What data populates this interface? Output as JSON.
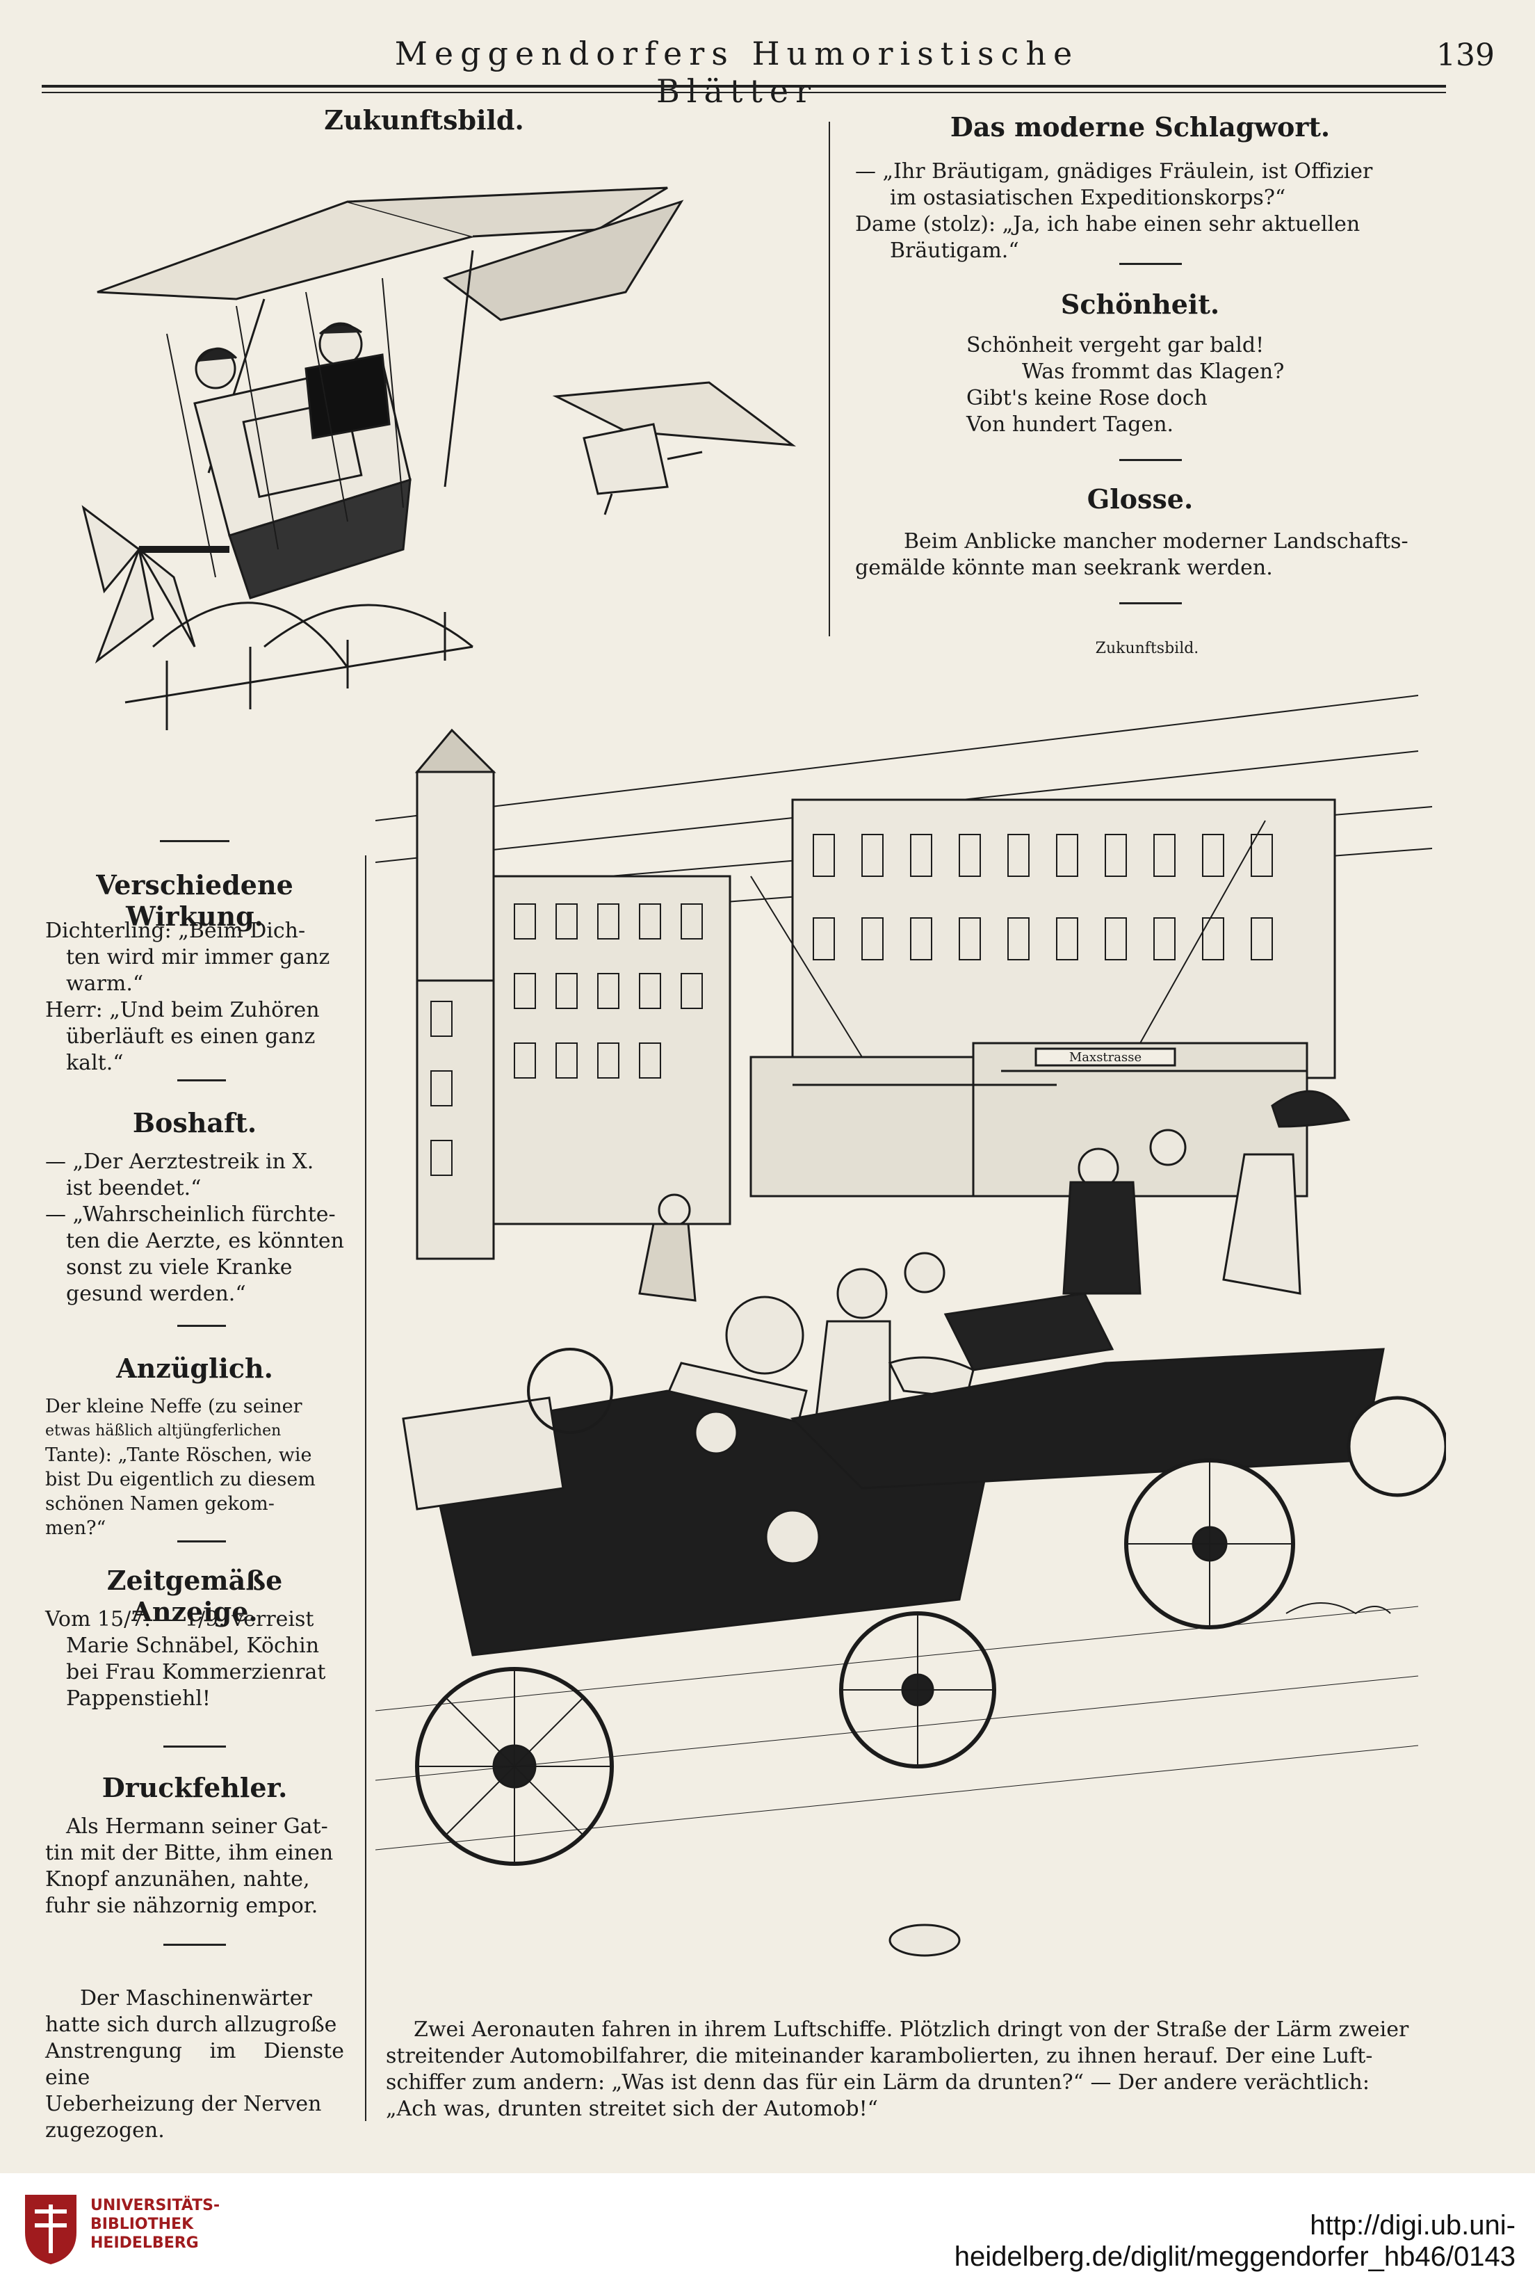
{
  "header": {
    "title": "Meggendorfers Humoristische Blätter",
    "page_number": "139"
  },
  "left_column": {
    "zukunftsbild_top": {
      "heading": "Zukunftsbild."
    },
    "verschiedene_wirkung": {
      "heading": "Verschiedene Wirkung.",
      "lines": [
        "Dichterling: „Beim Dich-",
        "ten wird mir immer ganz",
        "warm.“",
        "Herr: „Und beim Zuhören",
        "überläuft es einen ganz",
        "kalt.“"
      ]
    },
    "boshaft": {
      "heading": "Boshaft.",
      "lines": [
        "— „Der Aerztestreik in X.",
        "ist beendet.“",
        "— „Wahrscheinlich fürchte-",
        "ten die Aerzte, es könnten",
        "sonst zu viele Kranke",
        "gesund werden.“"
      ]
    },
    "anzueglich": {
      "heading": "Anzüglich.",
      "lines": [
        "Der kleine Neffe (zu seiner",
        "etwas häßlich altjüngferlichen",
        "Tante): „Tante Röschen, wie",
        "bist Du eigentlich zu diesem",
        "schönen Namen gekom-",
        "men?“"
      ]
    },
    "zeitgemaesse_anzeige": {
      "heading": "Zeitgemäße Anzeige.",
      "lines": [
        "Vom 15/7. — 1/9. verreist",
        "Marie Schnäbel, Köchin",
        "bei Frau Kommerzienrat",
        "Pappenstiehl!"
      ]
    },
    "druckfehler": {
      "heading": "Druckfehler.",
      "lines": [
        "Als Hermann seiner Gat-",
        "tin mit der Bitte, ihm einen",
        "Knopf anzunähen, nahte,",
        "fuhr sie nähzornig empor."
      ]
    },
    "maschinenwaerter": {
      "lines": [
        "Der Maschinenwärter",
        "hatte sich durch allzugroße",
        "Anstrengung im Dienste eine",
        "Ueberheizung der Nerven",
        "zugezogen."
      ]
    }
  },
  "right_column": {
    "schlagwort": {
      "heading": "Das moderne Schlagwort.",
      "lines": [
        "— „Ihr Bräutigam, gnädiges Fräulein, ist Offizier",
        "im ostasiatischen Expeditionskorps?“",
        "Dame (stolz): „Ja, ich habe einen sehr aktuellen",
        "Bräutigam.“"
      ]
    },
    "schoenheit": {
      "heading": "Schönheit.",
      "lines": [
        "Schönheit vergeht gar bald!",
        "Was frommt das Klagen?",
        "Gibt's keine Rose doch",
        "Von hundert Tagen."
      ]
    },
    "glosse": {
      "heading": "Glosse.",
      "lines": [
        "Beim Anblicke mancher moderner Landschafts-",
        "gemälde könnte man seekrank werden."
      ]
    },
    "illustration_caption_small": "Zukunftsbild.",
    "illustration_sign": {
      "street": "Maxstrasse"
    },
    "caption": {
      "lines": [
        "Zwei Aeronauten fahren in ihrem Luftschiffe. Plötzlich dringt von der Straße der Lärm zweier",
        "streitender Automobilfahrer, die miteinander karambolierten, zu ihnen herauf. Der eine Luft-",
        "schiffer zum andern: „Was ist denn das für ein Lärm da drunten?“ — Der andere verächtlich:",
        "„Ach was, drunten streitet sich der Automob!“"
      ]
    }
  },
  "footer": {
    "institution": [
      "UNIVERSITÄTS-",
      "BIBLIOTHEK",
      "HEIDELBERG"
    ],
    "url": "http://digi.ub.uni-heidelberg.de/diglit/meggendorfer_hb46/0143"
  },
  "colors": {
    "paper": "#f2eee4",
    "ink": "#1b1b1b",
    "brand_red": "#a01b1e"
  }
}
